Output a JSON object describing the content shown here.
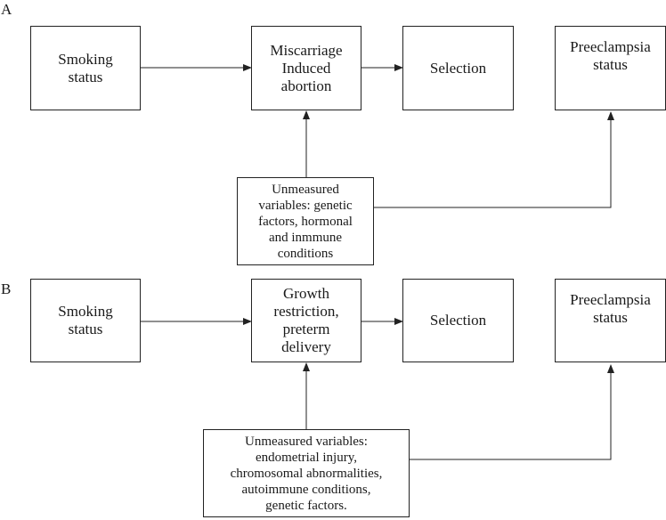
{
  "panel_a": {
    "label": "A",
    "exposure": {
      "lines": [
        "Smoking",
        "status"
      ]
    },
    "mediator": {
      "lines": [
        "Miscarriage",
        "Induced",
        "abortion"
      ]
    },
    "selection": {
      "lines": [
        "Selection"
      ]
    },
    "outcome": {
      "lines": [
        "Preeclampsia",
        "status"
      ]
    },
    "confounder": {
      "lines": [
        "Unmeasured",
        "variables: genetic",
        "factors, hormonal",
        "and inmmune",
        "conditions"
      ]
    }
  },
  "panel_b": {
    "label": "B",
    "exposure": {
      "lines": [
        "Smoking",
        "status"
      ]
    },
    "mediator": {
      "lines": [
        "Growth",
        "restriction,",
        "preterm",
        "delivery"
      ]
    },
    "selection": {
      "lines": [
        "Selection"
      ]
    },
    "outcome": {
      "lines": [
        "Preeclampsia",
        "status"
      ]
    },
    "confounder": {
      "lines": [
        "Unmeasured variables:",
        "endometrial injury,",
        "chromosomal abnormalities,",
        "autoimmune conditions,",
        "genetic factors."
      ]
    }
  }
}
